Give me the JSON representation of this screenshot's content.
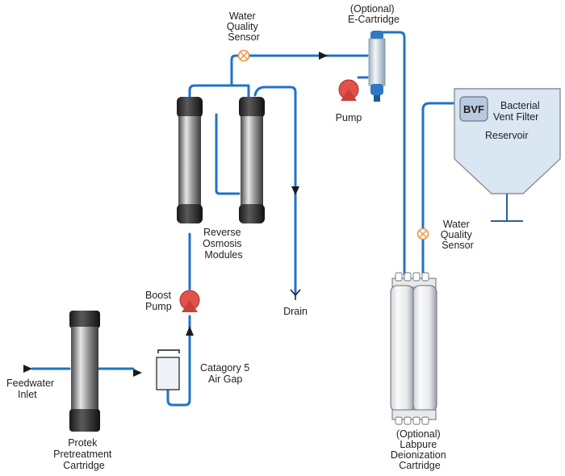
{
  "labels": {
    "feedwater_inlet": [
      "Feedwater",
      "Inlet"
    ],
    "protek": [
      "Protek",
      "Pretreatment",
      "Cartridge"
    ],
    "air_gap": [
      "Catagory 5",
      "Air Gap"
    ],
    "boost_pump": [
      "Boost",
      "Pump"
    ],
    "ro_modules": [
      "Reverse",
      "Osmosis",
      "Modules"
    ],
    "drain": "Drain",
    "wq_sensor_top": [
      "Water",
      "Quality",
      "Sensor"
    ],
    "e_cartridge": [
      "(Optional)",
      "E-Cartridge"
    ],
    "pump": "Pump",
    "bvf": "BVF",
    "vent_filter": [
      "Bacterial",
      "Vent Filter"
    ],
    "reservoir": "Reservoir",
    "wq_sensor_right": [
      "Water",
      "Quality",
      "Sensor"
    ],
    "labpure": [
      "(Optional)",
      "Labpure",
      "Deionization",
      "Cartridge"
    ]
  },
  "colors": {
    "pipe": "#1f74c4",
    "pump": "#e0524a",
    "sensor": "#f29046",
    "reservoir": "#dbe6f3",
    "e_cartridge_cap": "#2f78c4"
  }
}
